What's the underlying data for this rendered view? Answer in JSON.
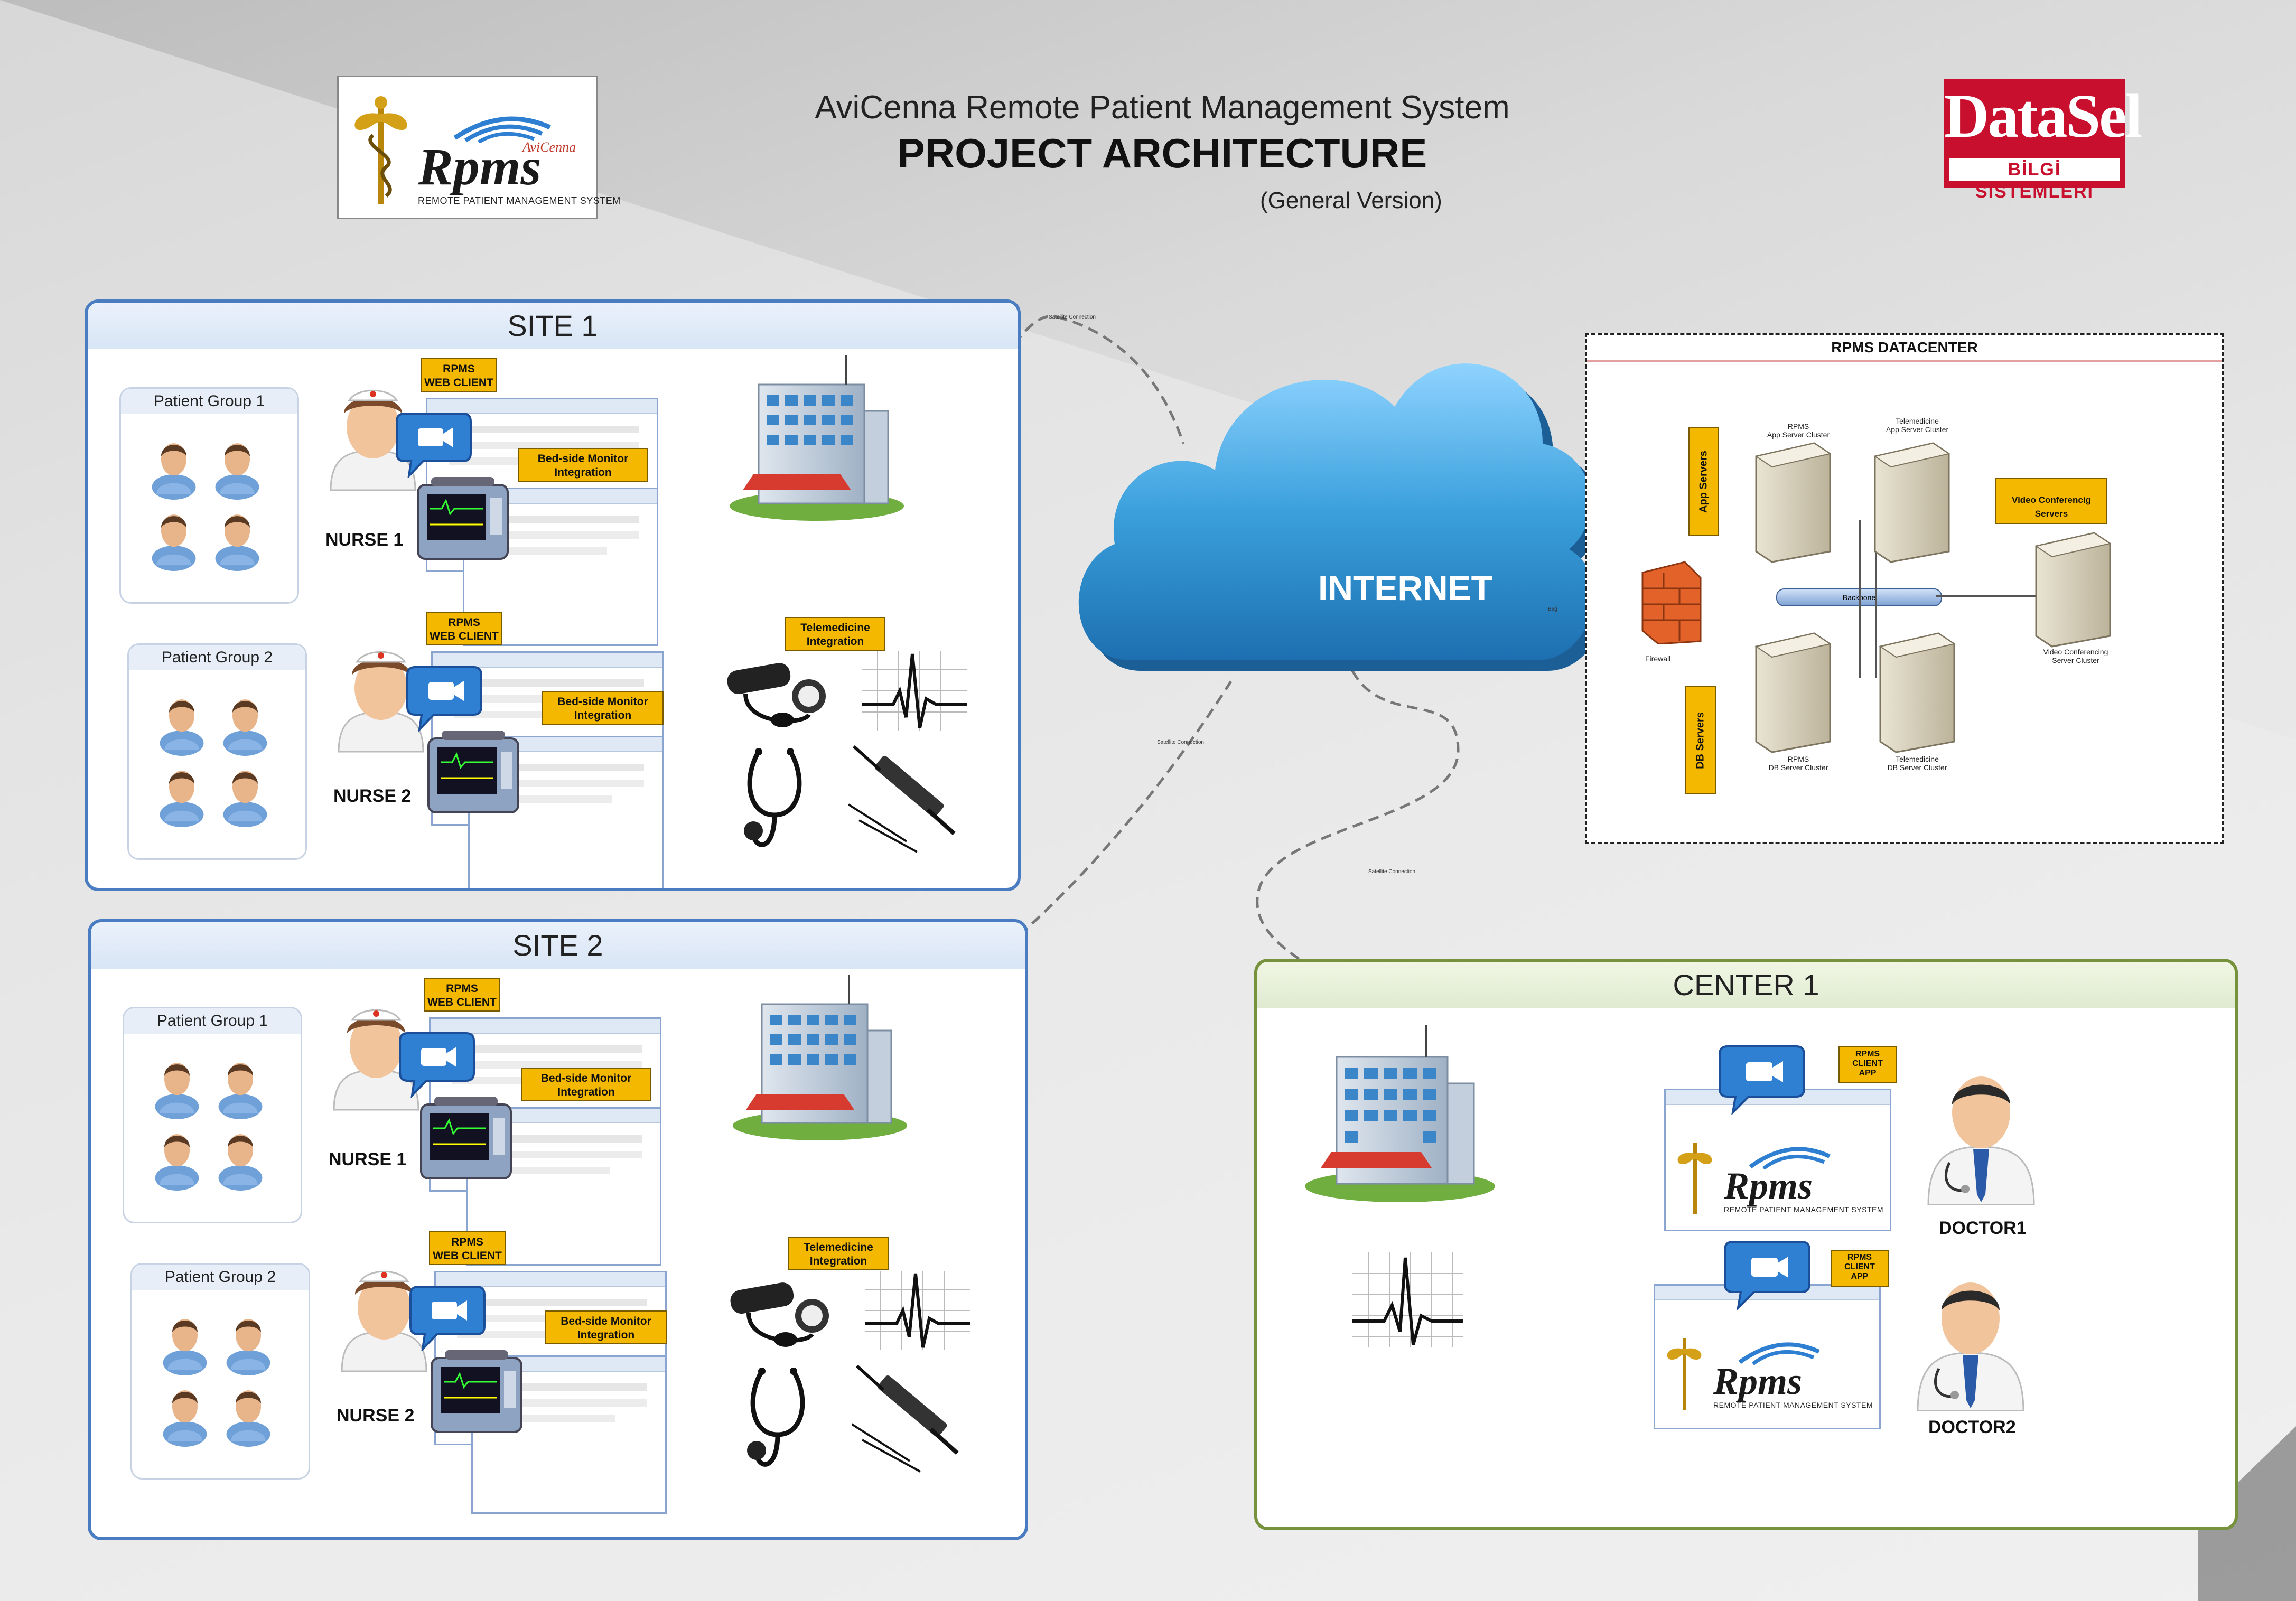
{
  "header": {
    "title": "AviCenna Remote Patient Management System",
    "subtitle": "PROJECT ARCHITECTURE",
    "version": "(General Version)"
  },
  "logo": {
    "brand": "Rpms",
    "brand_tag": "AviCenna",
    "tagline": "REMOTE PATIENT MANAGEMENT SYSTEM"
  },
  "company": {
    "name": "DataSel",
    "subtitle": "BİLGİ SİSTEMLERİ"
  },
  "cloud": {
    "label": "INTERNET"
  },
  "connections": {
    "satellite_1": "Satellite Connection",
    "satellite_2": "Satellite Connection",
    "satellite_3": "Satellite Connection",
    "dc_link": "Bağ"
  },
  "sites": [
    {
      "title": "SITE 1",
      "group1": "Patient Group 1",
      "group2": "Patient Group 2",
      "nurse1": "NURSE 1",
      "nurse2": "NURSE 2",
      "web_client_1": [
        "RPMS",
        "WEB CLIENT"
      ],
      "web_client_2": [
        "RPMS",
        "WEB CLIENT"
      ],
      "bedside_1": [
        "Bed-side Monitor",
        "Integration"
      ],
      "bedside_2": [
        "Bed-side Monitor",
        "Integration"
      ],
      "telemedicine": [
        "Telemedicine",
        "Integration"
      ]
    },
    {
      "title": "SITE 2",
      "group1": "Patient Group 1",
      "group2": "Patient Group 2",
      "nurse1": "NURSE 1",
      "nurse2": "NURSE 2",
      "web_client_1": [
        "RPMS",
        "WEB CLIENT"
      ],
      "web_client_2": [
        "RPMS",
        "WEB CLIENT"
      ],
      "bedside_1": [
        "Bed-side Monitor",
        "Integration"
      ],
      "bedside_2": [
        "Bed-side Monitor",
        "Integration"
      ],
      "telemedicine": [
        "Telemedicine",
        "Integration"
      ]
    }
  ],
  "center": {
    "title": "CENTER 1",
    "doctor1": "DOCTOR1",
    "doctor2": "DOCTOR2",
    "client_app_1": [
      "RPMS",
      "CLIENT",
      "APP"
    ],
    "client_app_2": [
      "RPMS",
      "CLIENT",
      "APP"
    ]
  },
  "datacenter": {
    "title": "RPMS DATACENTER",
    "app_servers": "App Servers",
    "db_servers": "DB Servers",
    "video_servers": "Video Conferencig Servers",
    "rpms_app": [
      "RPMS",
      "App Server Cluster"
    ],
    "tele_app": [
      "Telemedicine",
      "App Server Cluster"
    ],
    "rpms_db": [
      "RPMS",
      "DB Server Cluster"
    ],
    "tele_db": [
      "Telemedicine",
      "DB Server Cluster"
    ],
    "video_cluster": [
      "Video Conferencing",
      "Server Cluster"
    ],
    "firewall": "Firewall",
    "backbone": "Backbone"
  },
  "colors": {
    "site_border": "#4a7cc2",
    "center_border": "#76923c",
    "tag_fill": "#f5b800",
    "cloud": "#3aa0dc",
    "datasel_red": "#c8102e"
  }
}
